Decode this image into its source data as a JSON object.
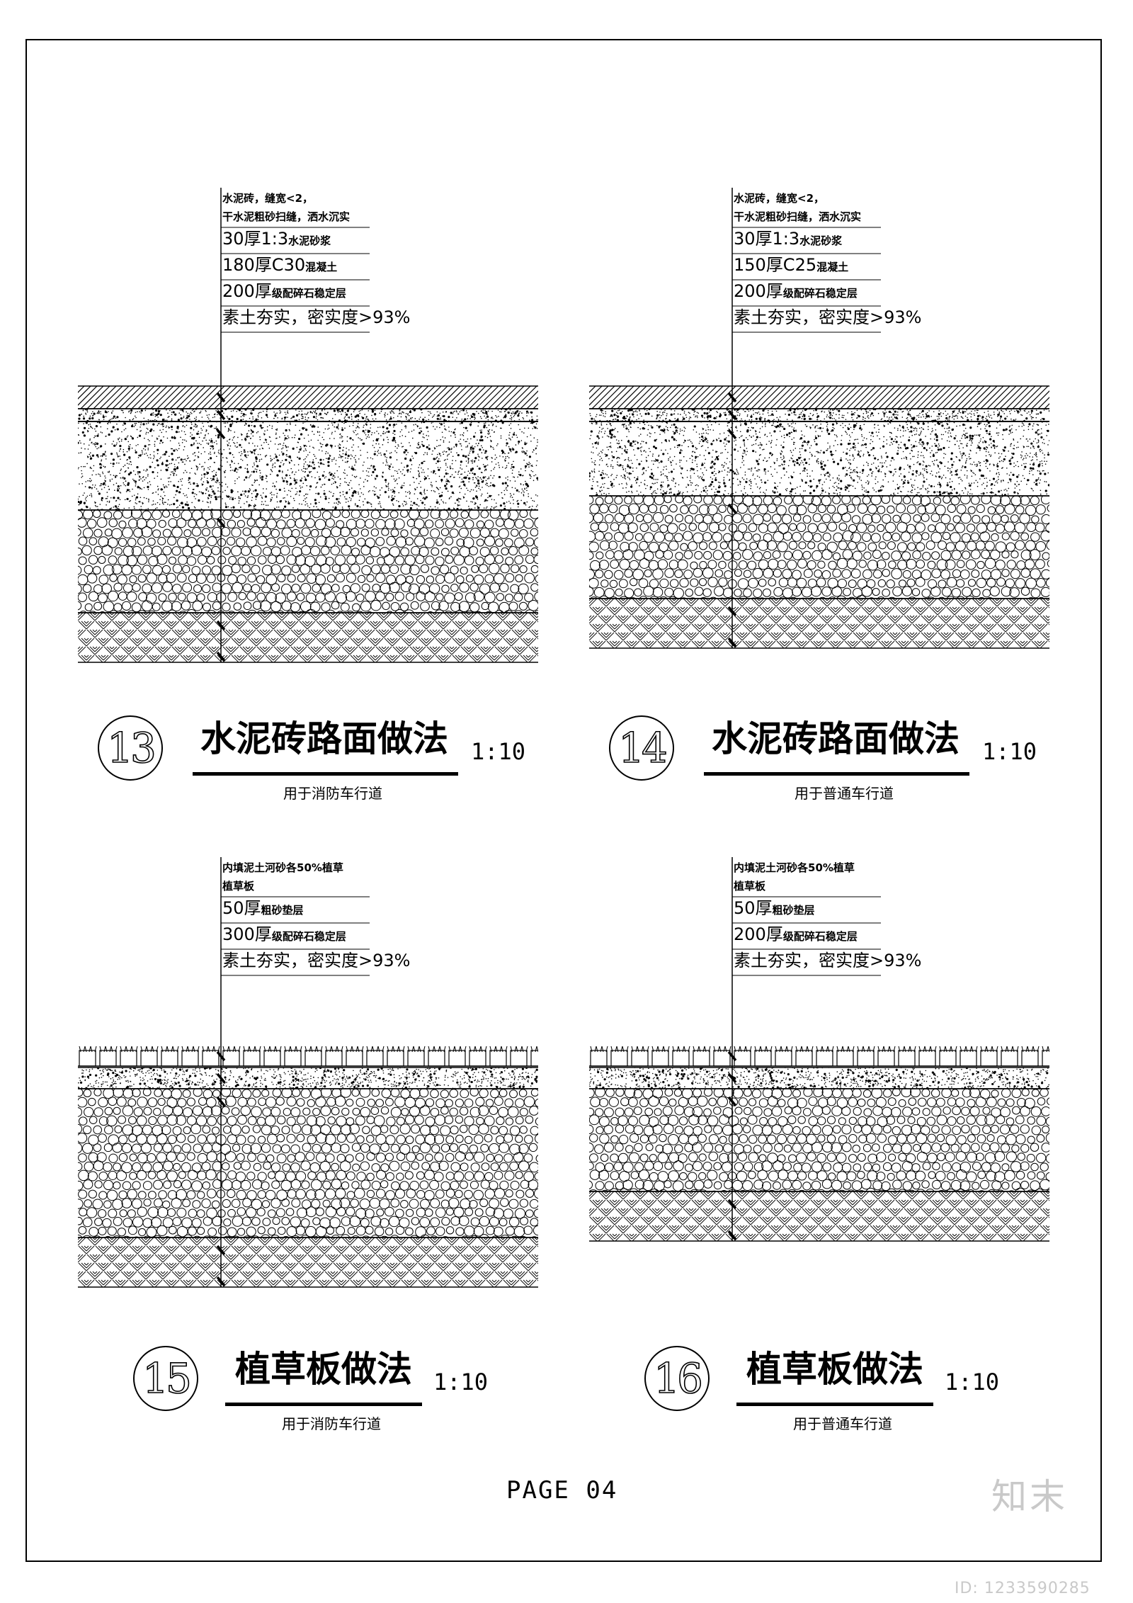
{
  "page": {
    "number_label": "PAGE 04",
    "brand": "知末",
    "image_id": "ID: 1233590285"
  },
  "details": [
    {
      "id": "13",
      "title": "水泥砖路面做法",
      "scale": "1:10",
      "note": "用于消防车行道",
      "layers": [
        {
          "text": "水泥砖，缝宽<2，",
          "style": "small"
        },
        {
          "text": "干水泥粗砂扫缝，洒水沉实",
          "style": "small"
        },
        {
          "text": "30厚1:3",
          "sub": "水泥砂浆",
          "style": "big"
        },
        {
          "text": "180厚C30",
          "sub": "混凝土",
          "style": "big"
        },
        {
          "text": "200厚",
          "sub": "级配碎石稳定层",
          "style": "big"
        },
        {
          "text": "素土夯实，密实度>93%",
          "style": "big"
        }
      ],
      "section_type": "paver"
    },
    {
      "id": "14",
      "title": "水泥砖路面做法",
      "scale": "1:10",
      "note": "用于普通车行道",
      "layers": [
        {
          "text": "水泥砖，缝宽<2，",
          "style": "small"
        },
        {
          "text": "干水泥粗砂扫缝，洒水沉实",
          "style": "small"
        },
        {
          "text": "30厚1:3",
          "sub": "水泥砂浆",
          "style": "big"
        },
        {
          "text": "150厚C25",
          "sub": "混凝土",
          "style": "big"
        },
        {
          "text": "200厚",
          "sub": "级配碎石稳定层",
          "style": "big"
        },
        {
          "text": "素土夯实，密实度>93%",
          "style": "big"
        }
      ],
      "section_type": "paver"
    },
    {
      "id": "15",
      "title": "植草板做法",
      "scale": "1:10",
      "note": "用于消防车行道",
      "layers": [
        {
          "text": "内填泥土河砂各50%植草",
          "style": "small"
        },
        {
          "text": "植草板",
          "style": "small"
        },
        {
          "text": "50厚",
          "sub": "粗砂垫层",
          "style": "big"
        },
        {
          "text": "300厚",
          "sub": "级配碎石稳定层",
          "style": "big"
        },
        {
          "text": "素土夯实，密实度>93%",
          "style": "big"
        }
      ],
      "section_type": "grass"
    },
    {
      "id": "16",
      "title": "植草板做法",
      "scale": "1:10",
      "note": "用于普通车行道",
      "layers": [
        {
          "text": "内填泥土河砂各50%植草",
          "style": "small"
        },
        {
          "text": "植草板",
          "style": "small"
        },
        {
          "text": "50厚",
          "sub": "粗砂垫层",
          "style": "big"
        },
        {
          "text": "200厚",
          "sub": "级配碎石稳定层",
          "style": "big"
        },
        {
          "text": "素土夯实，密实度>93%",
          "style": "big"
        }
      ],
      "section_type": "grass"
    }
  ]
}
